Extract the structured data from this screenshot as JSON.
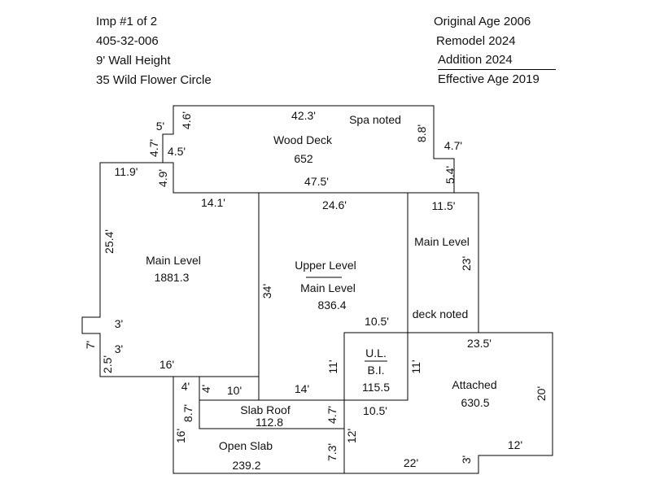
{
  "header": {
    "left": [
      "Imp #1 of 2",
      "405-32-006",
      "9' Wall Height",
      "35 Wild Flower Circle"
    ],
    "right": [
      "Original Age 2006",
      "Remodel 2024",
      "Addition 2024",
      "Effective Age 2019"
    ]
  },
  "areas": {
    "wood_deck": {
      "name": "Wood Deck",
      "sqft": "652"
    },
    "spa_note": "Spa noted",
    "main_left": {
      "name": "Main Level",
      "sqft": "1881.3"
    },
    "upper": {
      "name_top": "Upper Level",
      "name_bottom": "Main Level",
      "sqft": "836.4"
    },
    "main_right": {
      "name": "Main Level"
    },
    "deck_note": "deck noted",
    "bi": {
      "top": "U.L.",
      "bottom": "B.I.",
      "sqft": "115.5"
    },
    "attached": {
      "name": "Attached",
      "sqft": "630.5"
    },
    "slab_roof": {
      "name": "Slab Roof",
      "sqft": "112.8"
    },
    "open_slab": {
      "name": "Open Slab",
      "sqft": "239.2"
    }
  },
  "dimensions": {
    "d42_3": "42.3'",
    "d5a": "5'",
    "d4_6": "4.6'",
    "d8_8": "8.8'",
    "d4_7a": "4.7'",
    "d4_5": "4.5'",
    "d4_7b": "4.7'",
    "d11_9": "11.9'",
    "d4_9": "4.9'",
    "d5_4": "5.4'",
    "d47_5": "47.5'",
    "d14_1": "14.1'",
    "d24_6": "24.6'",
    "d11_5": "11.5'",
    "d25_4": "25.4'",
    "d23": "23'",
    "d34": "34'",
    "d3a": "3'",
    "d7": "7'",
    "d3b": "3'",
    "d2_5": "2.5'",
    "d10_5a": "10.5'",
    "d16a": "16'",
    "d4a": "4'",
    "d4b": "4'",
    "d10": "10'",
    "d14": "14'",
    "d11a": "11'",
    "d11b": "11'",
    "d23_5": "23.5'",
    "d20": "20'",
    "d8_7": "8.7'",
    "d4_7c": "4.7'",
    "d10_5b": "10.5'",
    "d16b": "16'",
    "d12a": "12'",
    "d7_3": "7.3'",
    "d22": "22'",
    "d3c": "3'",
    "d12b": "12'"
  }
}
